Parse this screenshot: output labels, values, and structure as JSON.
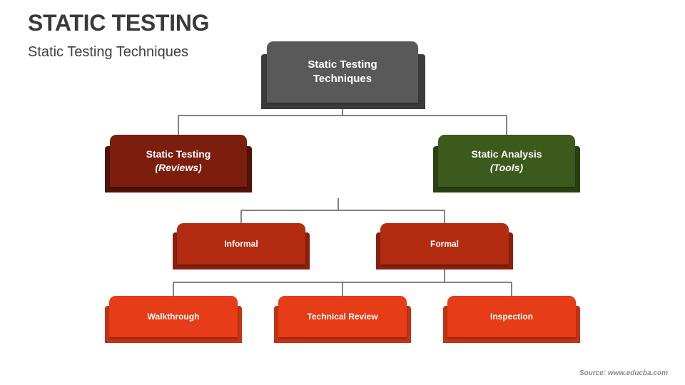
{
  "title": "STATIC TESTING",
  "subtitle": "Static Testing Techniques",
  "source": "Source: www.educba.com",
  "colors": {
    "root": "#595959",
    "root_back": "#3b3b3b",
    "reviews": "#7b1e0e",
    "reviews_back": "#511307",
    "tools": "#3c5a1c",
    "tools_back": "#2a4212",
    "level2": "#b32c12",
    "level2_back": "#8a200c",
    "level3": "#e63c18",
    "level3_back": "#c23214",
    "connector": "#595959"
  },
  "nodes": {
    "root": {
      "line1": "Static Testing",
      "line2": "Techniques"
    },
    "reviews": {
      "line1": "Static Testing",
      "line2": "(Reviews)"
    },
    "tools": {
      "line1": "Static Analysis",
      "line2": "(Tools)"
    },
    "informal": {
      "line1": "Informal"
    },
    "formal": {
      "line1": "Formal"
    },
    "walkthrough": {
      "line1": "Walkthrough"
    },
    "technical_review": {
      "line1": "Technical Review"
    },
    "inspection": {
      "line1": "Inspection"
    }
  }
}
